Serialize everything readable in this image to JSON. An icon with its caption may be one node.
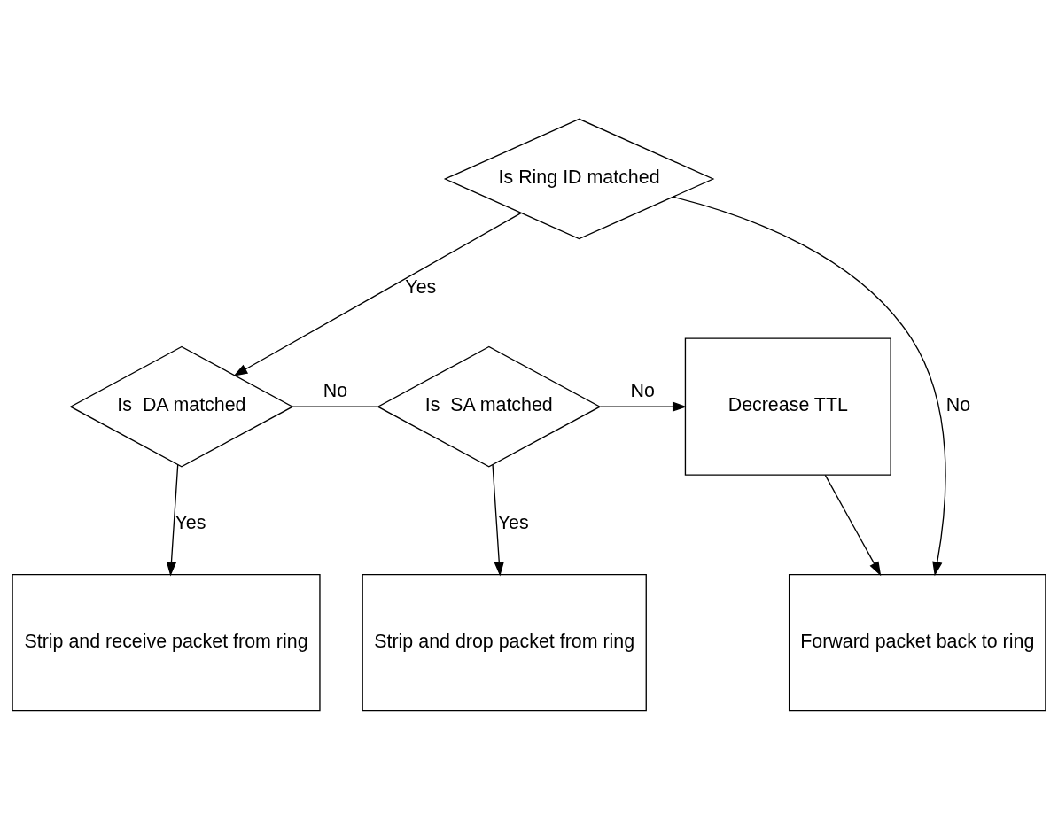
{
  "diagram": {
    "nodes": [
      {
        "text": [
          "Is Ring ID matched"
        ]
      },
      {
        "text": [
          "Is  DA matched"
        ]
      },
      {
        "text": [
          "Is  SA matched"
        ]
      },
      {
        "text": [
          "Decrease TTL"
        ]
      },
      {
        "text": [
          "Strip and receive packet from ring"
        ]
      },
      {
        "text": [
          "Strip and drop packet from ring"
        ]
      },
      {
        "text": [
          "Forward packet back to ring"
        ]
      }
    ],
    "edges": [
      {
        "from": 0,
        "to": 1,
        "arrow": "to",
        "label": "Yes"
      },
      {
        "from": 0,
        "to": 6,
        "arrow": "to",
        "label": "No"
      },
      {
        "from": 1,
        "to": 2,
        "arrow": "none",
        "label": "No"
      },
      {
        "from": 2,
        "to": 3,
        "arrow": "to",
        "label": "No"
      },
      {
        "from": 1,
        "to": 4,
        "arrow": "to",
        "label": "Yes"
      },
      {
        "from": 2,
        "to": 5,
        "arrow": "to",
        "label": "Yes"
      },
      {
        "from": 3,
        "to": 6,
        "arrow": "to"
      }
    ]
  }
}
